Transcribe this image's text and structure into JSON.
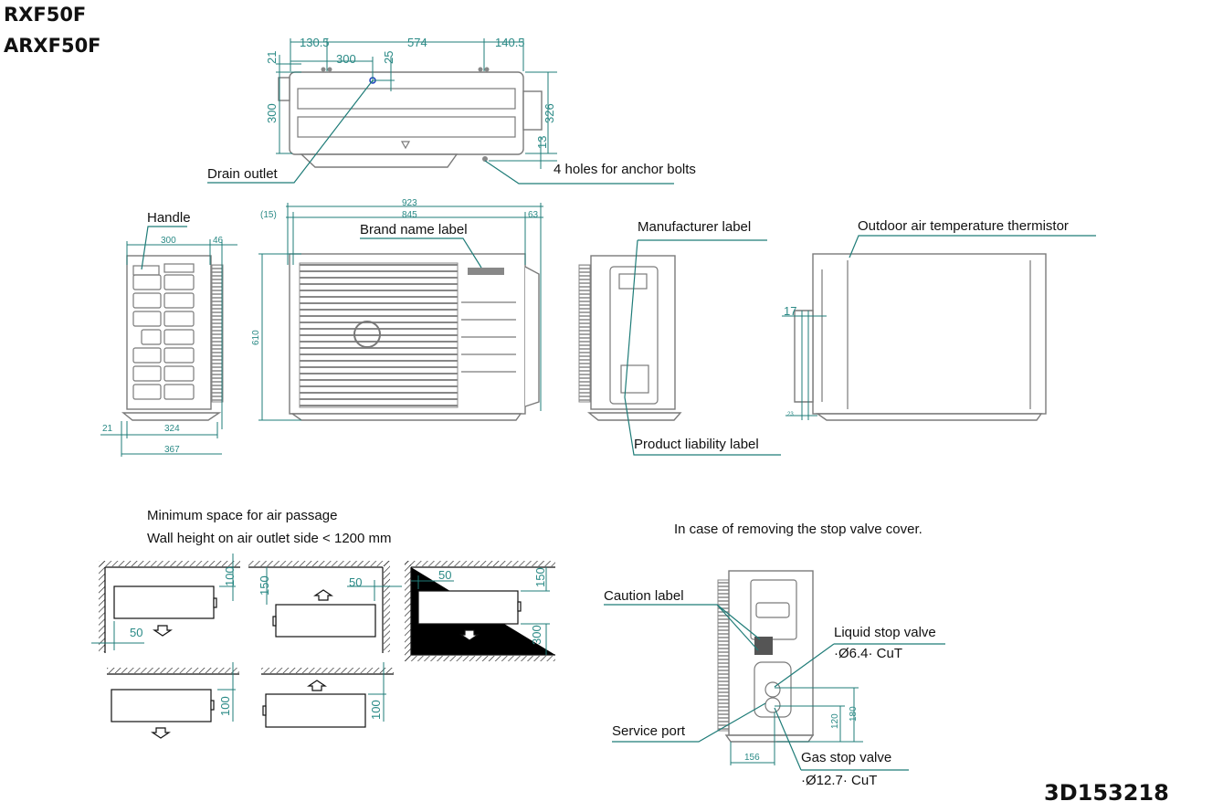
{
  "titles": {
    "model1": "RXF50F",
    "model2": "ARXF50F",
    "drawing_no": "3D153218"
  },
  "top_view": {
    "dims": {
      "d130_5": "130.5",
      "d574": "574",
      "d140_5": "140.5",
      "d300h": "300",
      "d25": "25",
      "d21": "21",
      "d300v": "300",
      "d326": "326",
      "d13": "13"
    },
    "labels": {
      "drain": "Drain outlet",
      "anchor": "4 holes for anchor bolts"
    }
  },
  "side_view": {
    "labels": {
      "handle": "Handle"
    },
    "dims": {
      "d300": "300",
      "d46": "46",
      "d21": "21",
      "d324": "324",
      "d367": "367"
    }
  },
  "front_view": {
    "labels": {
      "brand": "Brand name label"
    },
    "dims": {
      "d923": "923",
      "d15": "(15)",
      "d845": "845",
      "d63": "63",
      "d610": "610"
    }
  },
  "right_view": {
    "labels": {
      "manufacturer": "Manufacturer label",
      "liability": "Product liability label"
    }
  },
  "rear_view": {
    "labels": {
      "thermistor": "Outdoor air temperature thermistor"
    },
    "dims": {
      "d17": "17",
      "d23": "23"
    }
  },
  "space": {
    "title1": "Minimum space for air passage",
    "title2": "Wall height on air outlet side < 1200 mm",
    "dims": {
      "a100": "100",
      "a50": "50",
      "b150": "150",
      "b50": "50",
      "c50": "50",
      "c150": "150",
      "c300": "300",
      "d100": "100",
      "e100": "100"
    }
  },
  "stop_valve": {
    "title": "In case of removing the stop valve cover.",
    "labels": {
      "caution": "Caution label",
      "liquid": "Liquid stop valve",
      "liquid_spec": "·Ø6.4· CuT",
      "service": "Service port",
      "gas": "Gas stop valve",
      "gas_spec": "·Ø12.7· CuT"
    },
    "dims": {
      "d120": "120",
      "d180": "180",
      "d156": "156"
    }
  }
}
